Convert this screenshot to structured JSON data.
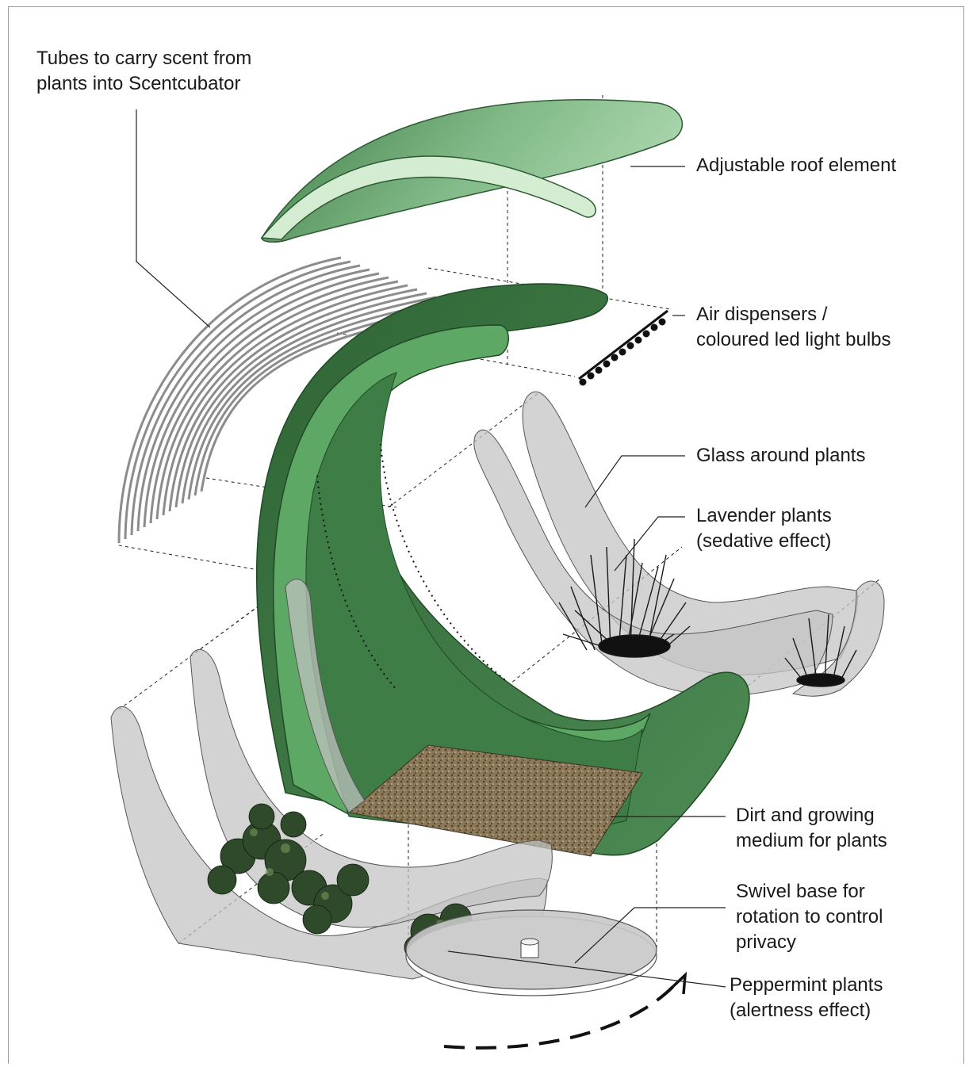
{
  "labels": {
    "tubes": "Tubes to carry scent from\nplants into Scentcubator",
    "roof": "Adjustable roof element",
    "air": "Air dispensers /\ncoloured led light bulbs",
    "glass": "Glass around plants",
    "lavender": "Lavender plants\n(sedative effect)",
    "dirt": "Dirt and growing\nmedium for plants",
    "swivel": "Swivel base for\nrotation to control\nprivacy",
    "peppermint": "Peppermint plants\n(alertness effect)"
  },
  "colors": {
    "seat_dark": "#3d7a45",
    "seat_mid": "#4e8a52",
    "seat_edge": "#5fa865",
    "roof_light": "#c8e8c8",
    "roof_dark": "#5e9a62",
    "glass": "#b8b8b8",
    "dirt": "#7a6a4e",
    "base": "#bdbdbd",
    "plant_dark": "#2b3a25",
    "lavender": "#1e1e1e"
  }
}
